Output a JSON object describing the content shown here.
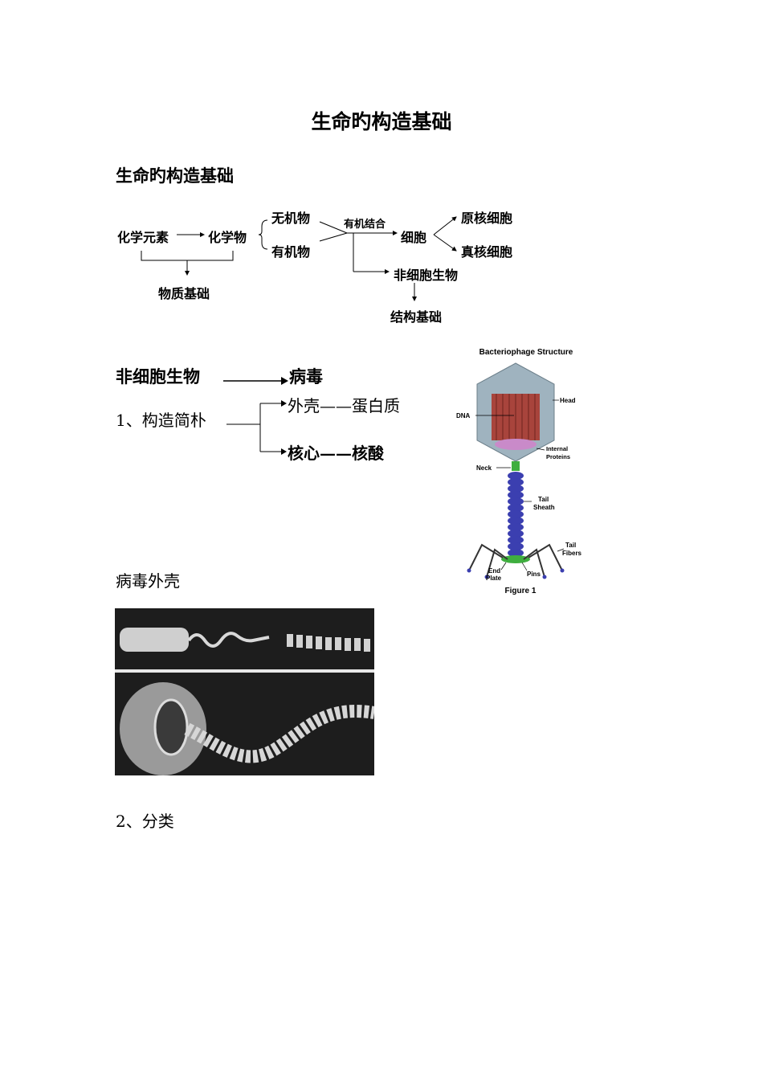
{
  "doc": {
    "title": "生命旳构造基础",
    "section_heading": "生命旳构造基础"
  },
  "flowchart": {
    "elements": "化学元素",
    "compounds": "化学物",
    "inorganic": "无机物",
    "organic": "有机物",
    "combine": "有机结合",
    "cell": "细胞",
    "prokaryotic": "原核细胞",
    "eukaryotic": "真核细胞",
    "noncellular": "非细胞生物",
    "material_basis": "物质基础",
    "structural_basis": "结构基础"
  },
  "virus": {
    "noncellular_heading": "非细胞生物",
    "virus_label": "病毒",
    "item1": "1、构造简朴",
    "capsid": "外壳——蛋白质",
    "core": "核心——核酸",
    "capsid_heading": "病毒外壳",
    "item2": "2、分类"
  },
  "phage_figure": {
    "title": "Bacteriophage Structure",
    "labels": {
      "head": "Head",
      "dna": "DNA",
      "internal_1": "Internal",
      "internal_2": "Proteins",
      "neck": "Neck",
      "tail_1": "Tail",
      "tail_2": "Sheath",
      "fibers_1": "Tail",
      "fibers_2": "Fibers",
      "end_1": "End",
      "end_2": "Plate",
      "pins": "Pins"
    },
    "caption": "Figure 1",
    "colors": {
      "capsid": "#9fb3bf",
      "dna": "#a8443c",
      "internal": "#c98ac9",
      "neck": "#3fae3f",
      "sheath": "#3b3fb0",
      "fibers": "#333333"
    }
  }
}
